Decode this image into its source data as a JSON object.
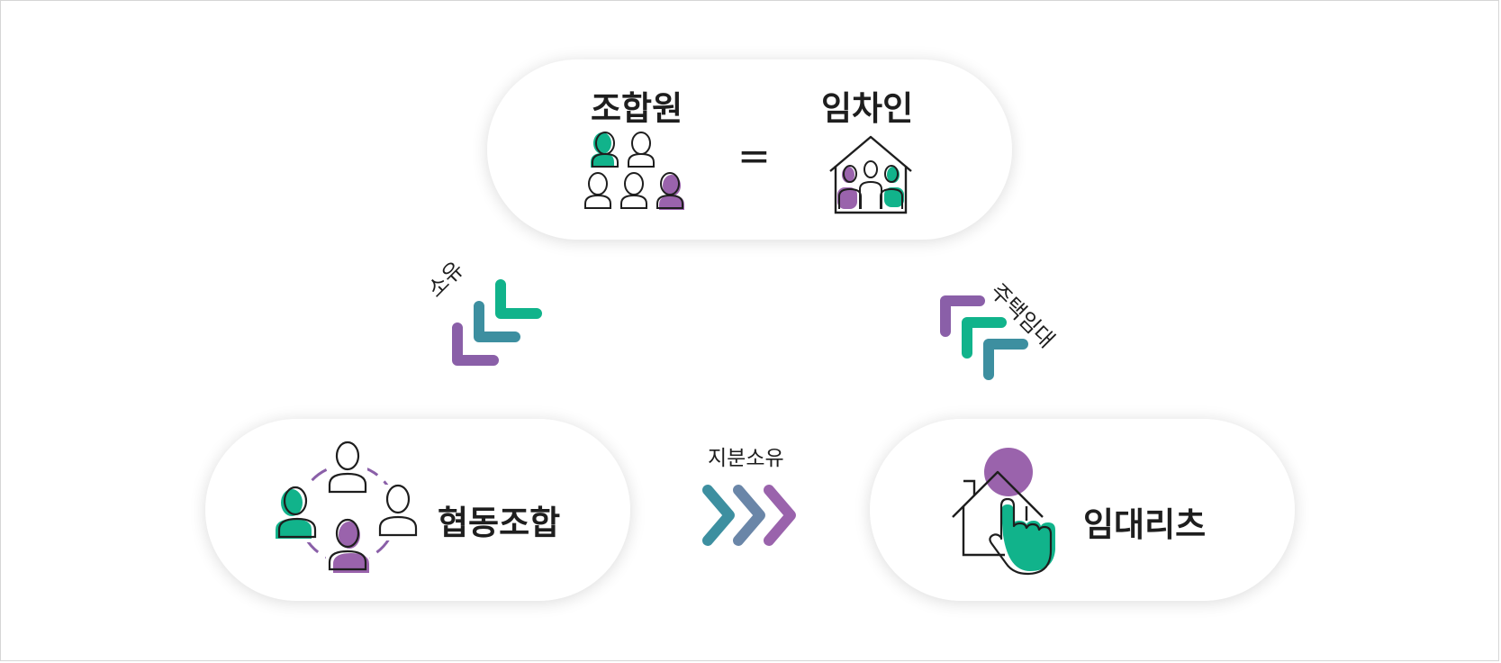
{
  "top_node": {
    "left_label": "조합원",
    "equals": "=",
    "right_label": "임차인"
  },
  "left_node": {
    "label": "협동조합"
  },
  "right_node": {
    "label": "임대리츠"
  },
  "edges": {
    "left_arrow_label": "소유",
    "right_arrow_label": "주택임대",
    "middle_arrow_label": "지분소유"
  },
  "colors": {
    "green": "#11b38b",
    "purple": "#9a63ac",
    "teal": "#3d8fa0",
    "ink": "#1e1e1e"
  }
}
